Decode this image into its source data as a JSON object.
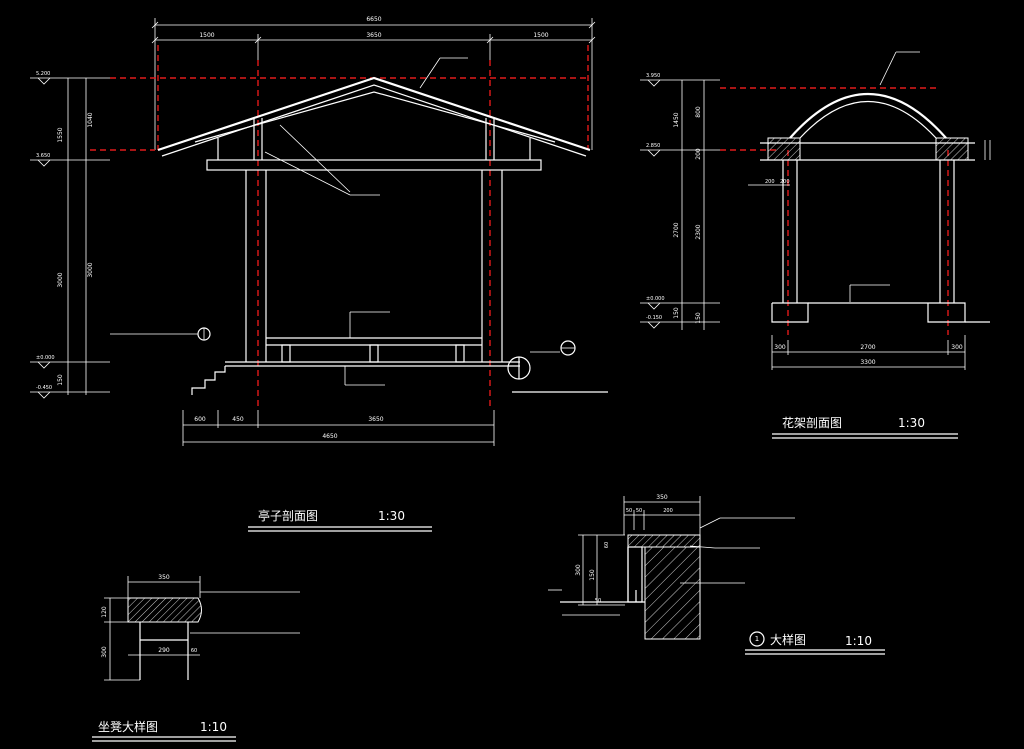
{
  "titles": {
    "pavilion": "亭子剖面图",
    "pavilion_scale": "1:30",
    "pergola": "花架剖面图",
    "pergola_scale": "1:30",
    "bench": "坐凳大样图",
    "bench_scale": "1:10",
    "detail": "大样图",
    "detail_scale": "1:10",
    "detail_no": "1"
  },
  "pavilion_dims": {
    "overall_top": "6650",
    "top_left": "1500",
    "top_mid": "3650",
    "top_right": "1500",
    "bottom_a": "600",
    "bottom_b": "450",
    "bottom_c": "3650",
    "bottom_total": "4650",
    "left_1": "1550",
    "left_2": "3000",
    "left_3": "150",
    "left_inner_1": "1040",
    "left_inner_2": "3000",
    "level_top": "5.200",
    "level_eave": "3.650",
    "level_floor": "±0.000",
    "level_ground": "-0.450"
  },
  "pergola_dims": {
    "bottom_a": "300",
    "bottom_b": "2700",
    "bottom_c": "300",
    "bottom_total": "3300",
    "left_1": "1450",
    "left_2": "2700",
    "left_3": "150",
    "inner_1": "800",
    "inner_2": "200",
    "inner_3": "2300",
    "inner_4": "150",
    "level_top": "3.950",
    "level_beam": "2.850",
    "level_floor": "±0.000",
    "level_ground": "-0.150",
    "post_a": "200",
    "post_b": "200"
  },
  "detail_dims": {
    "width": "350",
    "w1": "50",
    "w2": "50",
    "w3": "200",
    "h1": "300",
    "h2": "150",
    "h3": "60",
    "h4": "50"
  },
  "bench_dims": {
    "top": "350",
    "mid": "290",
    "side": "60",
    "h1": "120",
    "h2": "300"
  }
}
